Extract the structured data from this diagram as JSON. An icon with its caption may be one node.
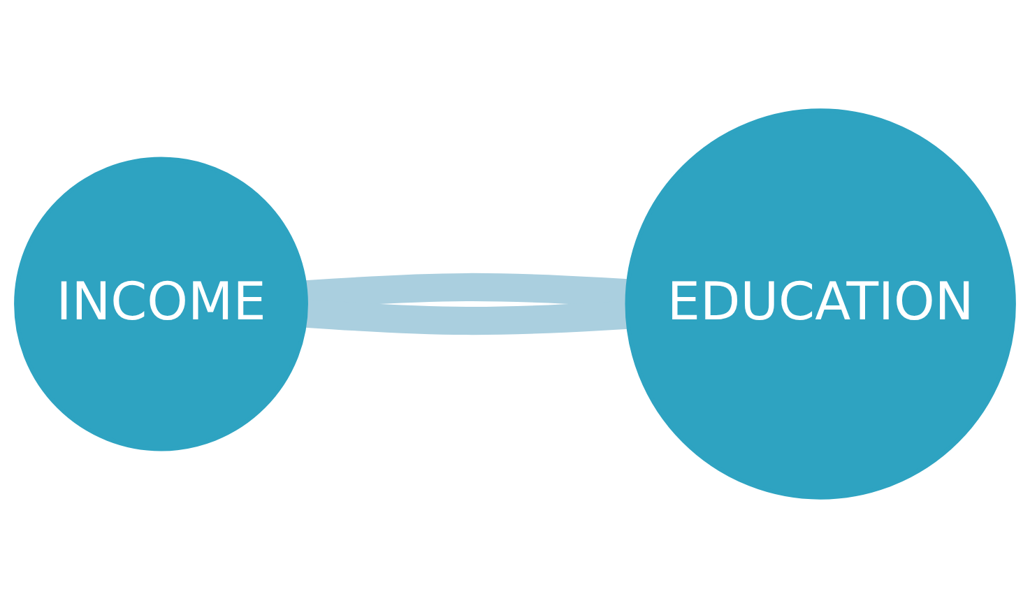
{
  "diagram": {
    "nodes": [
      {
        "text": [
          "INCOME"
        ]
      },
      {
        "text": [
          "EDUCATION"
        ]
      }
    ],
    "edges": [
      {
        "from": 0,
        "to": 1,
        "arrow": "none"
      },
      {
        "from": 1,
        "to": 0,
        "arrow": "none"
      }
    ]
  }
}
